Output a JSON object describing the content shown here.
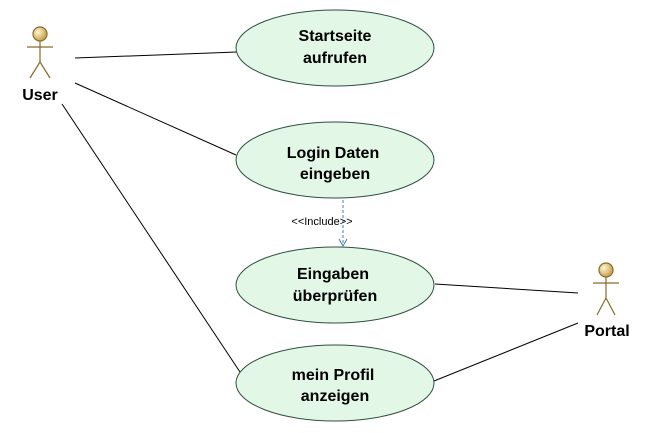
{
  "actors": [
    {
      "id": "user",
      "label": "User"
    },
    {
      "id": "portal",
      "label": "Portal"
    }
  ],
  "use_cases": [
    {
      "id": "startseite",
      "lines": [
        "Startseite",
        "aufrufen"
      ]
    },
    {
      "id": "login",
      "lines": [
        "Login Daten",
        "eingeben"
      ]
    },
    {
      "id": "eingaben",
      "lines": [
        "Eingaben",
        "überprüfen"
      ]
    },
    {
      "id": "profil",
      "lines": [
        "mein Profil",
        "anzeigen"
      ]
    }
  ],
  "relations": [
    {
      "from": "user",
      "to": "startseite",
      "kind": "association"
    },
    {
      "from": "user",
      "to": "login",
      "kind": "association"
    },
    {
      "from": "user",
      "to": "profil",
      "kind": "association"
    },
    {
      "from": "portal",
      "to": "eingaben",
      "kind": "association"
    },
    {
      "from": "portal",
      "to": "profil",
      "kind": "association"
    },
    {
      "from": "login",
      "to": "eingaben",
      "kind": "include",
      "label": "<<Include>>"
    }
  ],
  "colors": {
    "usecase_fill": "#E3F7E7",
    "usecase_stroke": "#2F4F3F",
    "actor_head": "#E3C56B",
    "actor_stroke": "#8A6A2A",
    "line": "#000000",
    "include_line": "#4A7FB8"
  }
}
